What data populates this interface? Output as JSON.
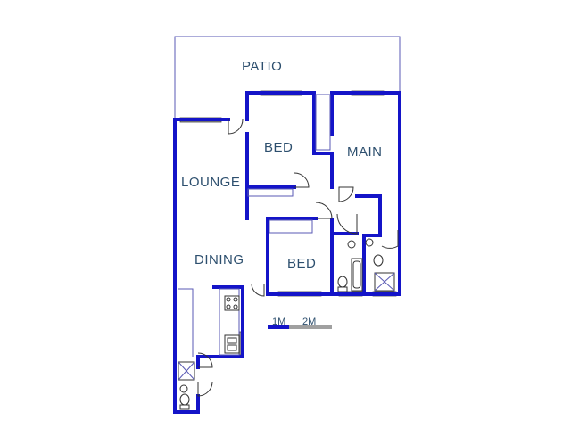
{
  "rooms": {
    "patio": "PATIO",
    "bed1": "BED",
    "main": "MAIN",
    "lounge": "LOUNGE",
    "dining": "DINING",
    "bed2": "BED"
  },
  "scale": {
    "one": "1M",
    "two": "2M"
  },
  "colors": {
    "wall": "#1414c8",
    "label": "#2d4f6e",
    "window": "#8a8a8a"
  }
}
